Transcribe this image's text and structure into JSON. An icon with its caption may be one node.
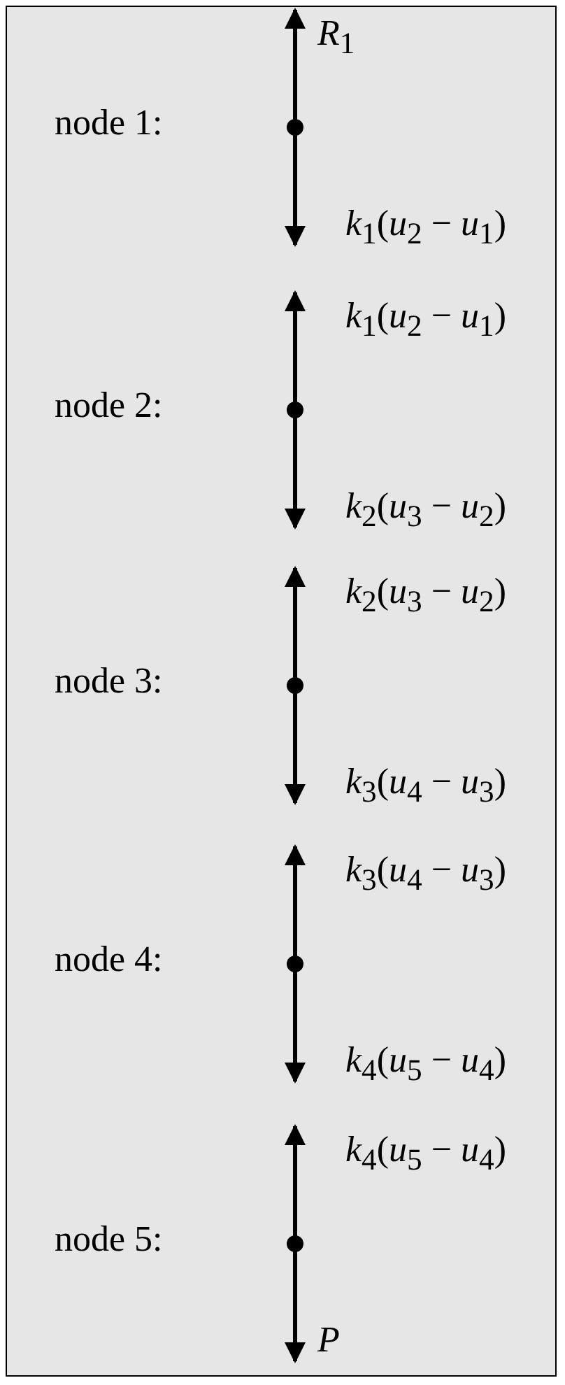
{
  "diagram": {
    "labels": [
      "*R*$_{1}$",
      "node 1:",
      "*k*$_{1}$(*u*$_{2}$ − *u*$_{1}$)",
      "*k*$_{1}$(*u*$_{2}$ − *u*$_{1}$)",
      "node 2:",
      "*k*$_{2}$(*u*$_{3}$ − *u*$_{2}$)",
      "*k*$_{2}$(*u*$_{3}$ − *u*$_{2}$)",
      "node 3:",
      "*k*$_{3}$(*u*$_{4}$ − *u*$_{3}$)",
      "*k*$_{3}$(*u*$_{4}$ − *u*$_{3}$)",
      "node 4:",
      "*k*$_{4}$(*u*$_{5}$ − *u*$_{4}$)",
      "*k*$_{4}$(*u*$_{5}$ − *u*$_{4}$)",
      "node 5:",
      "*P*"
    ]
  }
}
